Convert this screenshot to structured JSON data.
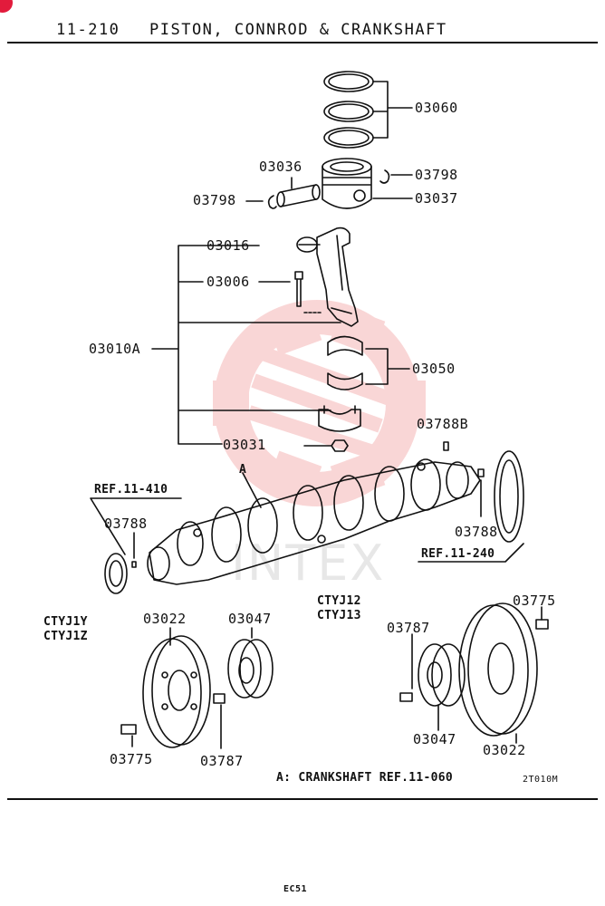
{
  "header": {
    "section": "11-210",
    "title": "PISTON, CONNROD & CRANKSHAFT"
  },
  "parts": {
    "p03060": "03060",
    "p03036": "03036",
    "p03798_right": "03798",
    "p03798_left": "03798",
    "p03037": "03037",
    "p03016": "03016",
    "p03006": "03006",
    "p03010A": "03010A",
    "p03050": "03050",
    "p03031": "03031",
    "p03788B": "03788B",
    "p03788_left": "03788",
    "p03788_right": "03788",
    "p03022_left": "03022",
    "p03047_left": "03047",
    "p03775_left": "03775",
    "p03787_left": "03787",
    "p03775_right": "03775",
    "p03787_right": "03787",
    "p03047_right": "03047",
    "p03022_right": "03022"
  },
  "refs": {
    "ref_11_410": "REF.11-410",
    "ref_11_240": "REF.11-240",
    "callout_a": "A"
  },
  "models": {
    "left_1": "CTYJ1Y",
    "left_2": "CTYJ1Z",
    "right_1": "CTYJ12",
    "right_2": "CTYJ13"
  },
  "footnote": "A: CRANKSHAFT REF.11-060",
  "drawing_code": "2T010M",
  "page_id": "EC51",
  "watermark": {
    "text": "INTEX",
    "color": "#e84a4a"
  },
  "colors": {
    "ink": "#111111",
    "badge": "#e21b3c"
  },
  "icons": {
    "corner_badge": "red-circle-badge"
  }
}
